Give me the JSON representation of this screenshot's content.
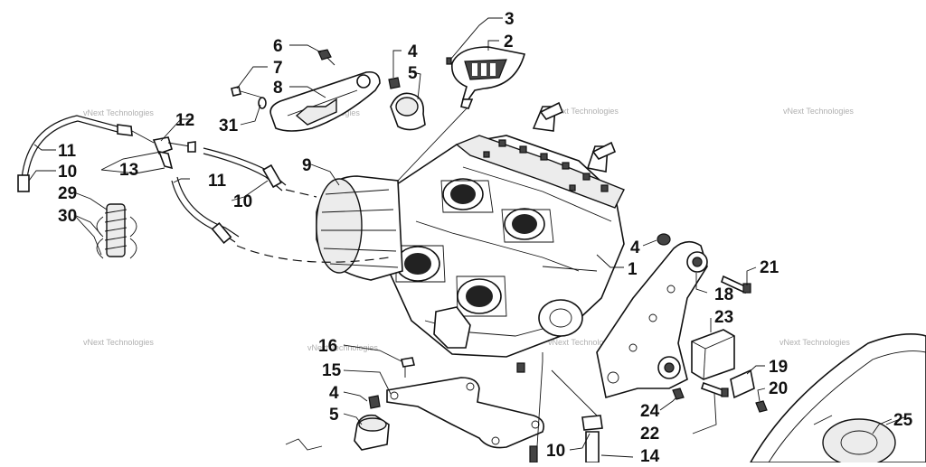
{
  "diagram": {
    "watermark": "vNext Technologies",
    "callouts": [
      {
        "id": "c3",
        "label": "3"
      },
      {
        "id": "c2",
        "label": "2"
      },
      {
        "id": "c6",
        "label": "6"
      },
      {
        "id": "c4a",
        "label": "4"
      },
      {
        "id": "c7",
        "label": "7"
      },
      {
        "id": "c5a",
        "label": "5"
      },
      {
        "id": "c8",
        "label": "8"
      },
      {
        "id": "c12",
        "label": "12"
      },
      {
        "id": "c31",
        "label": "31"
      },
      {
        "id": "c11a",
        "label": "11"
      },
      {
        "id": "c10a",
        "label": "10"
      },
      {
        "id": "c13",
        "label": "13"
      },
      {
        "id": "c9",
        "label": "9"
      },
      {
        "id": "c11b",
        "label": "11"
      },
      {
        "id": "c29",
        "label": "29"
      },
      {
        "id": "c10b",
        "label": "10"
      },
      {
        "id": "c30",
        "label": "30"
      },
      {
        "id": "c4b",
        "label": "4"
      },
      {
        "id": "c21",
        "label": "21"
      },
      {
        "id": "c1",
        "label": "1"
      },
      {
        "id": "c18",
        "label": "18"
      },
      {
        "id": "c23",
        "label": "23"
      },
      {
        "id": "c16",
        "label": "16"
      },
      {
        "id": "c15",
        "label": "15"
      },
      {
        "id": "c19",
        "label": "19"
      },
      {
        "id": "c4c",
        "label": "4"
      },
      {
        "id": "c20",
        "label": "20"
      },
      {
        "id": "c24",
        "label": "24"
      },
      {
        "id": "c5b",
        "label": "5"
      },
      {
        "id": "c22",
        "label": "22"
      },
      {
        "id": "c25",
        "label": "25"
      },
      {
        "id": "c10c",
        "label": "10"
      },
      {
        "id": "c14",
        "label": "14"
      }
    ]
  }
}
